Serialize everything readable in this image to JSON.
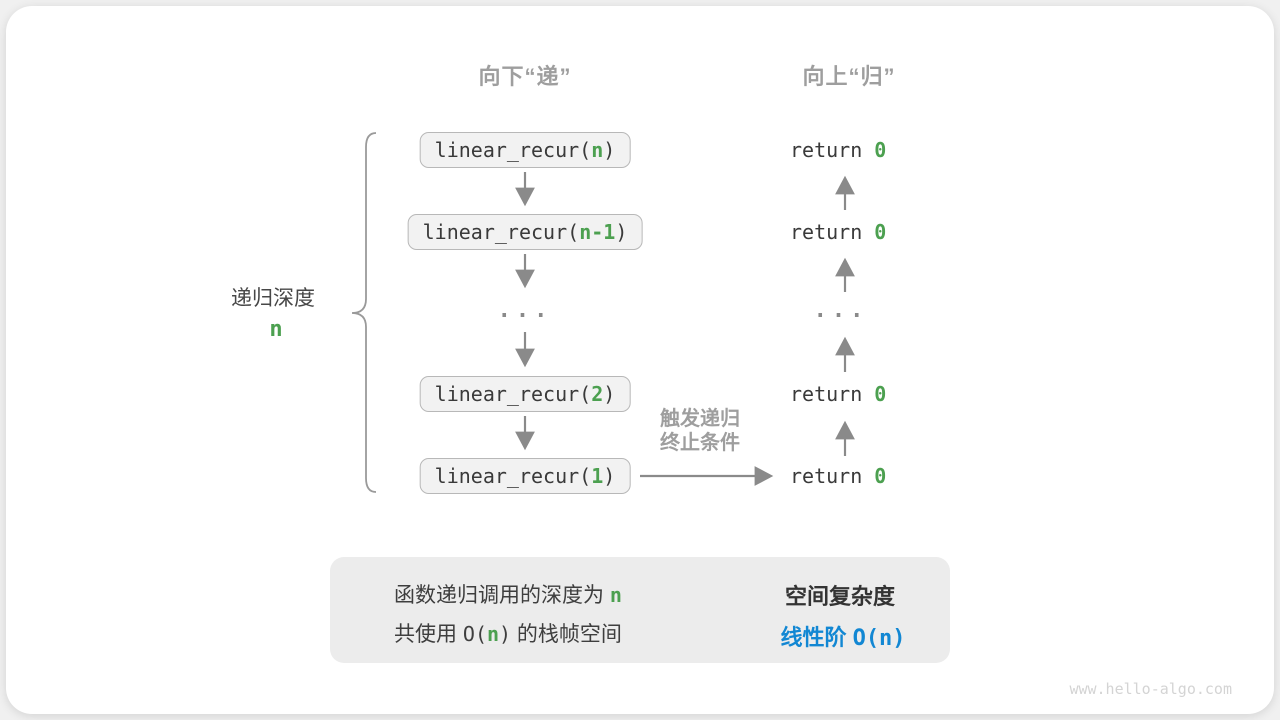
{
  "headers": {
    "down": "向下“递”",
    "up": "向上“归”"
  },
  "stack": {
    "calls": [
      {
        "pre": "linear_recur(",
        "arg": "n",
        "post": ")"
      },
      {
        "pre": "linear_recur(",
        "arg": "n-1",
        "post": ")"
      },
      {
        "pre": "linear_recur(",
        "arg": "2",
        "post": ")"
      },
      {
        "pre": "linear_recur(",
        "arg": "1",
        "post": ")"
      }
    ],
    "ellipsis": "...",
    "returns": [
      {
        "pre": "return ",
        "val": "0"
      },
      {
        "pre": "return ",
        "val": "0"
      },
      {
        "pre": "return ",
        "val": "0"
      },
      {
        "pre": "return ",
        "val": "0"
      }
    ]
  },
  "labels": {
    "depth_title": "递归深度",
    "depth_value": "n",
    "trigger_line1": "触发递归",
    "trigger_line2": "终止条件"
  },
  "summary": {
    "line1": {
      "a": "函数递归调用的深度为 ",
      "b": "n"
    },
    "line2": {
      "a": "共使用 ",
      "b": "O(",
      "c": "n",
      "d": ")",
      "e": " 的栈帧空间"
    },
    "right_title": "空间复杂度",
    "right_value_cn": "线性阶 ",
    "right_value_code": "O(n)"
  },
  "watermark": "www.hello-algo.com",
  "colors": {
    "green": "#4CA050",
    "blue": "#1287D3",
    "gray_label": "#9E9E9E",
    "arrow": "#8A8A8A",
    "code_text": "#3A3A3A",
    "box_fill": "#F2F2F2",
    "box_border": "#B8B8B8",
    "summary_bg": "#ECECEC",
    "watermark": "#D4D4D4"
  }
}
